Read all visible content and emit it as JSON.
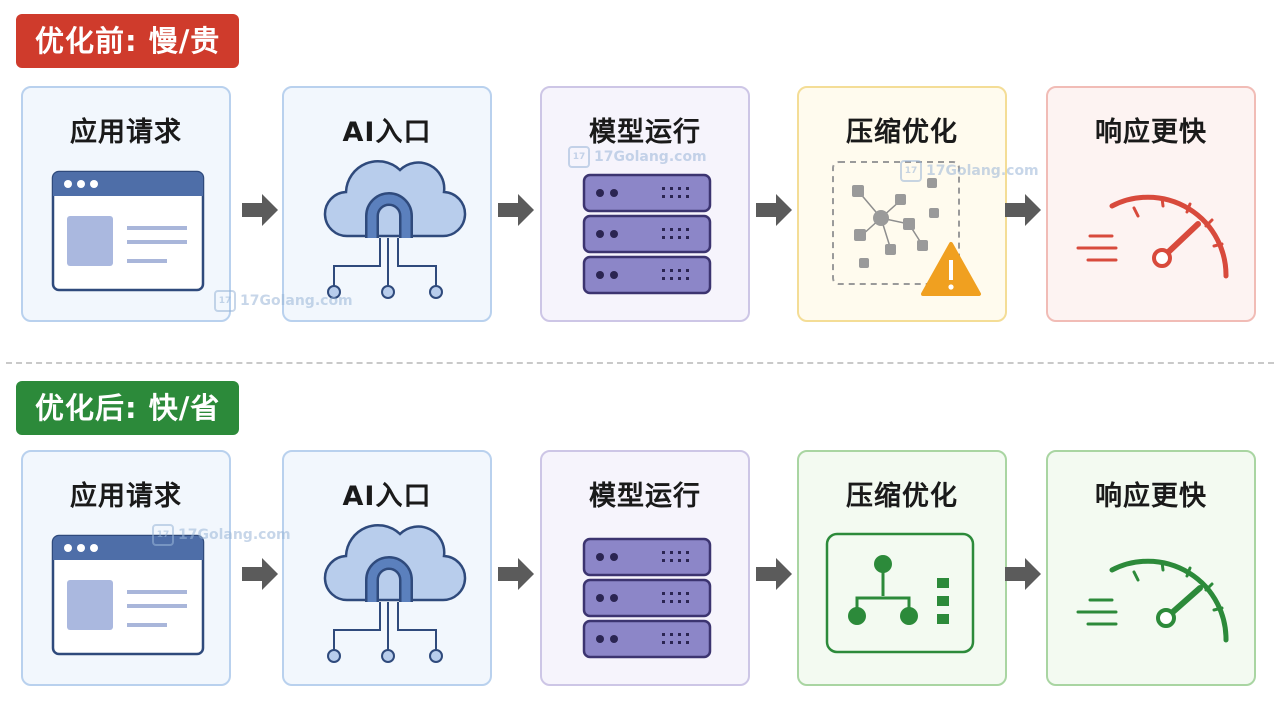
{
  "before": {
    "badge": "优化前: 慢/贵",
    "steps": [
      {
        "label": "应用请求",
        "icon": "browser-window-icon"
      },
      {
        "label": "AI入口",
        "icon": "cloud-gateway-icon"
      },
      {
        "label": "模型运行",
        "icon": "server-stack-icon"
      },
      {
        "label": "压缩优化",
        "icon": "scattered-nodes-warning-icon"
      },
      {
        "label": "响应更快",
        "icon": "speedometer-icon"
      }
    ]
  },
  "after": {
    "badge": "优化后: 快/省",
    "steps": [
      {
        "label": "应用请求",
        "icon": "browser-window-icon"
      },
      {
        "label": "AI入口",
        "icon": "cloud-gateway-icon"
      },
      {
        "label": "模型运行",
        "icon": "server-stack-icon"
      },
      {
        "label": "压缩优化",
        "icon": "tree-structure-icon"
      },
      {
        "label": "响应更快",
        "icon": "speedometer-icon"
      }
    ]
  },
  "watermark": {
    "text": "17Golang.com"
  },
  "colors": {
    "before_accent": "#cf3b2c",
    "after_accent": "#2c8a3a",
    "warning": "#f0a020",
    "server": "#8c86c8",
    "browser": "#4e6ea8"
  }
}
